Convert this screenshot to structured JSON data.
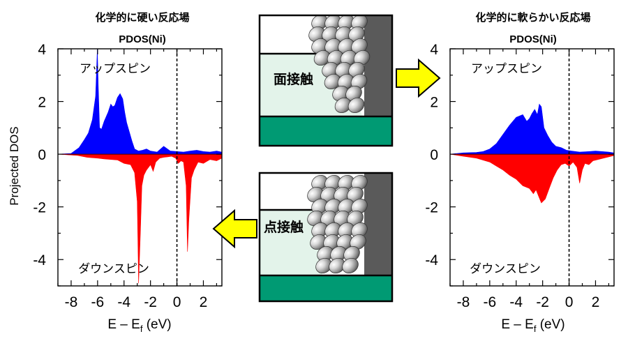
{
  "colors": {
    "spin_up": "#0000ff",
    "spin_down": "#ff0000",
    "substrate": "#009a73",
    "interface": "#e3f3ea",
    "wall": "#5a5a5a",
    "arrow": "#ffff00"
  },
  "ylabel": "Projected DOS",
  "panels": [
    {
      "title": "化学的に硬い反応場",
      "subtitle": "PDOS(Ni)",
      "up_label": "アップスピン",
      "down_label": "ダウンスピン",
      "xlabel_main": "E – E",
      "xlabel_sub": "f",
      "xlabel_tail": " (eV)",
      "x_ticks": [
        "-8",
        "-6",
        "-4",
        "-2",
        "0",
        "2"
      ],
      "y_ticks": [
        "4",
        "2",
        "0",
        "-2",
        "-4"
      ]
    },
    {
      "title": "化学的に軟らかい反応場",
      "subtitle": "PDOS(Ni)",
      "up_label": "アップスピン",
      "down_label": "ダウンスピン",
      "xlabel_main": "E – E",
      "xlabel_sub": "f",
      "xlabel_tail": " (eV)",
      "x_ticks": [
        "-8",
        "-6",
        "-4",
        "-2",
        "0",
        "2"
      ],
      "y_ticks": [
        "4",
        "2",
        "0",
        "-2",
        "-4"
      ]
    }
  ],
  "contacts": [
    {
      "label": "面接触",
      "arrow_direction": "right"
    },
    {
      "label": "点接触",
      "arrow_direction": "left"
    }
  ],
  "chart_data": [
    {
      "type": "area",
      "title": "化学的に硬い反応場",
      "subtitle": "PDOS(Ni)",
      "xlabel": "E – Ef (eV)",
      "ylabel": "Projected DOS",
      "xlim": [
        -9,
        3.4
      ],
      "ylim": [
        -5,
        4
      ],
      "fermi_level": 0,
      "series": [
        {
          "name": "アップスピン",
          "x": [
            -9,
            -8.0,
            -7.4,
            -7.0,
            -6.7,
            -6.4,
            -6.15,
            -6.02,
            -5.95,
            -5.85,
            -5.7,
            -5.5,
            -5.2,
            -5.0,
            -4.85,
            -4.7,
            -4.5,
            -4.3,
            -4.1,
            -3.95,
            -3.8,
            -3.6,
            -3.4,
            -3.2,
            -2.9,
            -2.6,
            -2.3,
            -2.0,
            -1.5,
            -1.0,
            -0.5,
            0,
            0.5,
            1.0,
            1.5,
            2.0,
            2.5,
            3.0,
            3.4
          ],
          "values": [
            0,
            0.03,
            0.25,
            0.55,
            0.8,
            1.3,
            2.2,
            4.0,
            2.6,
            1.0,
            0.95,
            1.25,
            1.6,
            1.9,
            1.8,
            1.85,
            2.15,
            2.3,
            2.1,
            1.6,
            1.2,
            0.85,
            0.5,
            0.2,
            0.12,
            0.15,
            0.2,
            0.12,
            0.08,
            0.3,
            0.12,
            0.1,
            0.08,
            0.12,
            0.15,
            0.1,
            0.08,
            0.12,
            0.08
          ]
        },
        {
          "name": "ダウンスピン",
          "x": [
            -9,
            -7.5,
            -6.8,
            -6.0,
            -5.5,
            -5.0,
            -4.5,
            -4.0,
            -3.5,
            -3.2,
            -3.0,
            -2.9,
            -2.85,
            -2.75,
            -2.65,
            -2.5,
            -2.3,
            -2.0,
            -1.8,
            -1.6,
            -1.3,
            -1.0,
            -0.7,
            -0.4,
            -0.1,
            0.1,
            0.3,
            0.5,
            0.7,
            0.8,
            0.9,
            1.1,
            1.3,
            1.6,
            2.0,
            2.5,
            3.0,
            3.4
          ],
          "values": [
            0,
            -0.05,
            -0.12,
            -0.15,
            -0.18,
            -0.2,
            -0.22,
            -0.35,
            -0.4,
            -0.7,
            -1.8,
            -4.9,
            -4.2,
            -2.8,
            -1.2,
            -0.8,
            -0.6,
            -0.4,
            -0.65,
            -0.3,
            -0.15,
            -0.12,
            -0.1,
            -0.08,
            -0.15,
            -0.35,
            -0.25,
            -0.3,
            -1.2,
            -3.7,
            -2.5,
            -0.9,
            -0.6,
            -0.3,
            -0.35,
            -0.2,
            -0.25,
            -0.15
          ]
        }
      ]
    },
    {
      "type": "area",
      "title": "化学的に軟らかい反応場",
      "subtitle": "PDOS(Ni)",
      "xlabel": "E – Ef (eV)",
      "ylabel": "Projected DOS",
      "xlim": [
        -9,
        3.4
      ],
      "ylim": [
        -5,
        4
      ],
      "fermi_level": 0,
      "series": [
        {
          "name": "アップスピン",
          "x": [
            -9,
            -8.0,
            -7.0,
            -6.5,
            -6.0,
            -5.5,
            -5.0,
            -4.5,
            -4.0,
            -3.5,
            -3.2,
            -3.0,
            -2.8,
            -2.6,
            -2.4,
            -2.25,
            -2.1,
            -1.9,
            -1.6,
            -1.3,
            -1.0,
            -0.6,
            -0.2,
            0.2,
            0.8,
            1.5,
            2.0,
            2.5,
            3.0,
            3.4
          ],
          "values": [
            0,
            0.05,
            0.07,
            0.1,
            0.2,
            0.4,
            0.75,
            1.1,
            1.4,
            1.5,
            1.25,
            1.35,
            1.55,
            1.7,
            1.5,
            1.9,
            1.8,
            1.0,
            0.7,
            0.45,
            0.3,
            0.25,
            0.15,
            0.12,
            0.08,
            0.1,
            0.12,
            0.1,
            0.08,
            0.05
          ]
        },
        {
          "name": "ダウンスピン",
          "x": [
            -9,
            -8.0,
            -7.0,
            -6.0,
            -5.5,
            -5.0,
            -4.5,
            -4.0,
            -3.5,
            -3.0,
            -2.7,
            -2.5,
            -2.3,
            -2.1,
            -1.8,
            -1.5,
            -1.2,
            -0.9,
            -0.6,
            -0.3,
            0,
            0.3,
            0.6,
            0.8,
            1.0,
            1.2,
            1.5,
            1.8,
            2.2,
            2.6,
            3.0,
            3.4
          ],
          "values": [
            0,
            -0.08,
            -0.15,
            -0.3,
            -0.45,
            -0.6,
            -0.8,
            -0.95,
            -1.2,
            -1.3,
            -1.5,
            -1.35,
            -1.6,
            -1.85,
            -1.7,
            -1.3,
            -0.9,
            -0.6,
            -0.4,
            -0.35,
            -0.45,
            -0.3,
            -0.5,
            -1.1,
            -0.6,
            -0.35,
            -0.4,
            -0.25,
            -0.2,
            -0.15,
            -0.1,
            -0.05
          ]
        }
      ]
    }
  ]
}
